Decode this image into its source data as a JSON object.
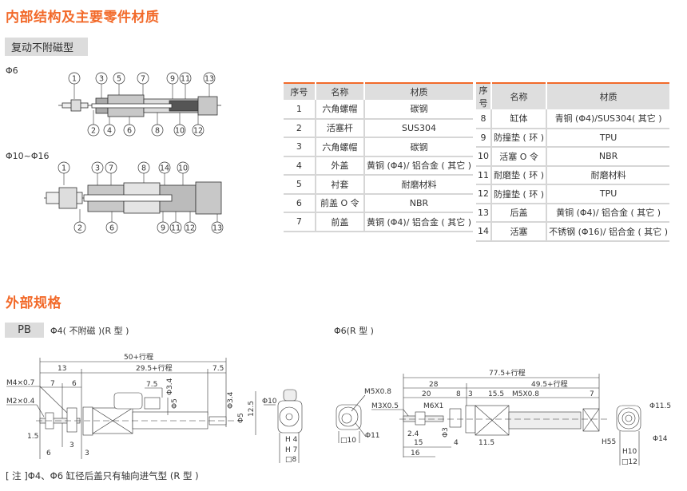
{
  "section1": {
    "title": "内部结构及主要零件材质",
    "tag": "复动不附磁型",
    "phi6_label": "Φ6",
    "phi10_label": "Φ10~Φ16",
    "phi6_callouts_top": [
      "1",
      "3",
      "5",
      "7",
      "9",
      "11",
      "13"
    ],
    "phi6_callouts_bottom": [
      "2",
      "4",
      "6",
      "8",
      "10",
      "12"
    ],
    "phi10_callouts_top": [
      "1",
      "3",
      "7",
      "8",
      "14",
      "10"
    ],
    "phi10_callouts_bottom": [
      "2",
      "6",
      "9",
      "11",
      "12",
      "13"
    ]
  },
  "table": {
    "headers": [
      "序号",
      "名称",
      "材质"
    ],
    "left_rows": [
      [
        "1",
        "六角螺帽",
        "碳钢"
      ],
      [
        "2",
        "活塞杆",
        "SUS304"
      ],
      [
        "3",
        "六角螺帽",
        "碳钢"
      ],
      [
        "4",
        "外盖",
        "黄铜 (Φ4)/ 铝合金 ( 其它 )"
      ],
      [
        "5",
        "衬套",
        "耐磨材料"
      ],
      [
        "6",
        "前盖 O 令",
        "NBR"
      ],
      [
        "7",
        "前盖",
        "黄铜 (Φ4)/ 铝合金 ( 其它 )"
      ]
    ],
    "right_rows": [
      [
        "8",
        "缸体",
        "青铜 (Φ4)/SUS304( 其它 )"
      ],
      [
        "9",
        "防撞垫 ( 环 )",
        "TPU"
      ],
      [
        "10",
        "活塞 O 令",
        "NBR"
      ],
      [
        "11",
        "耐磨垫 ( 环 )",
        "耐磨材料"
      ],
      [
        "12",
        "防撞垫 ( 环 )",
        "TPU"
      ],
      [
        "13",
        "后盖",
        "黄铜 (Φ4)/ 铝合金 ( 其它 )"
      ],
      [
        "14",
        "活塞",
        "不锈钢 (Φ16)/ 铝合金 ( 其它 )"
      ]
    ]
  },
  "section2": {
    "title": "外部规格",
    "tag": "PB",
    "phi4_title": "Φ4( 不附磁 )(R 型 )",
    "phi6_title": "Φ6(R 型 )",
    "note": "[ 注 ]Φ4、Φ6 缸径后盖只有轴向进气型 (R 型 )"
  },
  "phi4_dims": {
    "total": "50+行程",
    "d13": "13",
    "stroke": "29.5+行程",
    "d7_5a": "7.5",
    "m4": "M4×0.7",
    "d7": "7",
    "d6": "6",
    "d7_5b": "7.5",
    "phi3_4a": "Φ3.4",
    "m2": "M2×0.4",
    "phi5a": "Φ5",
    "phi3_4b": "Φ3.4",
    "phi5b": "Φ5",
    "h12_5": "12.5",
    "d1_5": "1.5",
    "d3a": "3",
    "d6b": "6",
    "d3b": "3",
    "side_phi10": "Φ10",
    "side_h4": "H 4",
    "side_h7": "H 7",
    "side_sq8": "□8"
  },
  "phi6_dims": {
    "m5a": "M5X0.8",
    "phi11": "Φ11",
    "sq10": "□10",
    "total": "77.5+行程",
    "d28": "28",
    "stroke": "49.5+行程",
    "d20": "20",
    "d8": "8",
    "d3": "3",
    "d15_5": "15.5",
    "m5b": "M5X0.8",
    "d7": "7",
    "m3": "M3X0.5",
    "m6": "M6X1",
    "d2_4": "2.4",
    "phi3": "Φ3",
    "d15": "15",
    "d4": "4",
    "d11_5": "11.5",
    "d16": "16",
    "phi11_5": "Φ11.5",
    "phi14": "Φ14",
    "h55": "H55",
    "h10": "H10",
    "sq12": "□12"
  }
}
